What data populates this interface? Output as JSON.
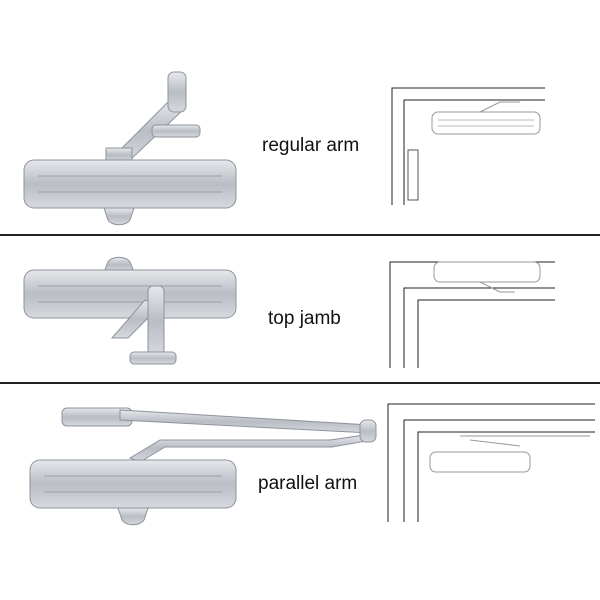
{
  "sections": [
    {
      "label": "regular arm"
    },
    {
      "label": "top jamb"
    },
    {
      "label": "parallel arm"
    }
  ],
  "colors": {
    "metal": "#c9ccd2",
    "metal_dark": "#8e939c",
    "line": "#222222"
  }
}
